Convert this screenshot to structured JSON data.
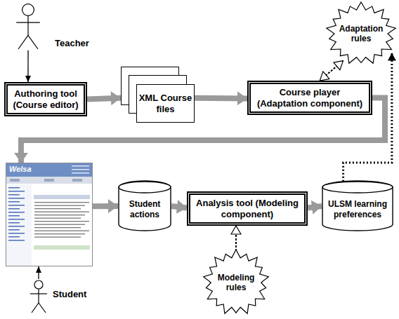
{
  "diagram": {
    "nodes": [
      {
        "text": [
          "Teacher"
        ]
      },
      {
        "text": [
          "Authoring tool (Course editor)"
        ]
      },
      {
        "text": [
          "XML Course files"
        ]
      },
      {
        "text": [
          "Course player (Adaptation component)"
        ]
      },
      {
        "text": [
          "Adaptation rules"
        ]
      },
      {
        "text": [
          "Welsa"
        ]
      },
      {
        "text": [
          "Student actions"
        ]
      },
      {
        "text": [
          "Analysis tool (Modeling component)"
        ]
      },
      {
        "text": [
          "ULSM learning preferences"
        ]
      },
      {
        "text": [
          "Modeling rules"
        ]
      },
      {
        "text": [
          "Student"
        ]
      }
    ],
    "edges": [
      {
        "from": 0,
        "to": 1,
        "arrow": "to"
      },
      {
        "from": 1,
        "to": 2,
        "arrow": "to"
      },
      {
        "from": 2,
        "to": 3,
        "arrow": "to"
      },
      {
        "from": 4,
        "to": 3,
        "arrow": "both"
      },
      {
        "from": 3,
        "to": 5,
        "arrow": "to"
      },
      {
        "from": 10,
        "to": 5,
        "arrow": "to"
      },
      {
        "from": 5,
        "to": 6,
        "arrow": "to"
      },
      {
        "from": 6,
        "to": 7,
        "arrow": "to"
      },
      {
        "from": 7,
        "to": 8,
        "arrow": "to"
      },
      {
        "from": 9,
        "to": 7,
        "arrow": "to"
      },
      {
        "from": 8,
        "to": 4,
        "arrow": "to"
      }
    ]
  }
}
